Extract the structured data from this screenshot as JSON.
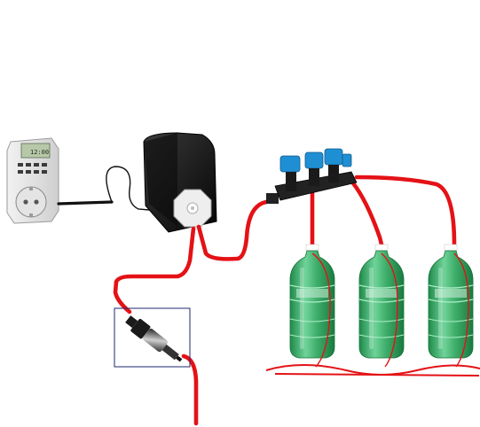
{
  "timer": {
    "display": "12:00"
  },
  "colors": {
    "tube": "#e41216",
    "cable": "#111111",
    "valve_blue": "#1f8fd4",
    "bottle_green": "#3fae6a",
    "pump_body": "#141414",
    "filter_frame": "#1e2a6e"
  },
  "icons": [
    "timer-socket-icon",
    "peristaltic-pump-icon",
    "inline-filter-icon",
    "manifold-valve-icon",
    "bottle-icon"
  ],
  "bottles": [
    {
      "id": "bottle-1"
    },
    {
      "id": "bottle-2"
    },
    {
      "id": "bottle-3"
    }
  ]
}
